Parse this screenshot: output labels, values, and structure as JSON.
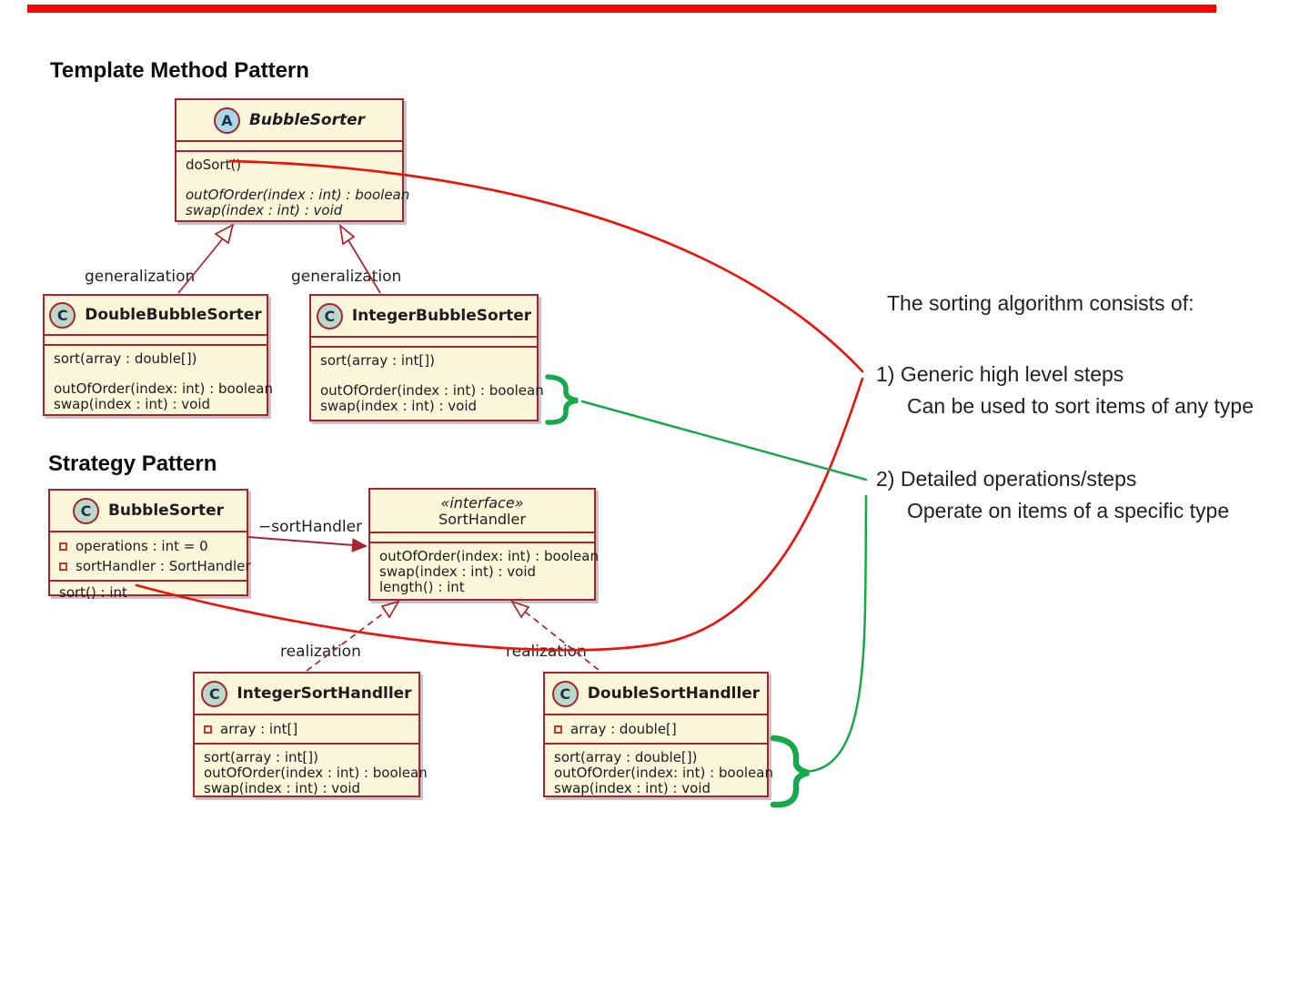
{
  "titles": {
    "template_method": "Template Method Pattern",
    "strategy": "Strategy Pattern"
  },
  "edge_labels": {
    "generalization_left": "generalization",
    "generalization_right": "generalization",
    "realization_left": "realization",
    "realization_right": "realization",
    "sort_handler_association": "−sortHandler"
  },
  "classes": {
    "tm_abstract": {
      "icon": "A",
      "name": "BubbleSorter",
      "m1": "doSort()",
      "m2": "outOfOrder(index : int) : boolean",
      "m3": "swap(index : int) : void"
    },
    "double_bubble": {
      "icon": "C",
      "name": "DoubleBubbleSorter",
      "m1": "sort(array : double[])",
      "m2": "outOfOrder(index: int) : boolean",
      "m3": "swap(index : int) : void"
    },
    "integer_bubble": {
      "icon": "C",
      "name": "IntegerBubbleSorter",
      "m1": "sort(array : int[])",
      "m2": "outOfOrder(index : int) : boolean",
      "m3": "swap(index : int) : void"
    },
    "strategy_bubble": {
      "icon": "C",
      "name": "BubbleSorter",
      "a1": "operations : int = 0",
      "a2": "sortHandler : SortHandler",
      "m1": "sort() : int"
    },
    "sort_handler": {
      "stereotype": "«interface»",
      "name": "SortHandler",
      "m1": "outOfOrder(index: int) : boolean",
      "m2": "swap(index : int) : void",
      "m3": "length() : int"
    },
    "integer_sort_handler": {
      "icon": "C",
      "name": "IntegerSortHandller",
      "a1": "array : int[]",
      "m1": "sort(array : int[])",
      "m2": "outOfOrder(index : int) : boolean",
      "m3": "swap(index : int) : void"
    },
    "double_sort_handler": {
      "icon": "C",
      "name": "DoubleSortHandller",
      "a1": "array : double[]",
      "m1": "sort(array : double[])",
      "m2": "outOfOrder(index: int) : boolean",
      "m3": "swap(index : int) : void"
    }
  },
  "annotation": {
    "intro": "The sorting algorithm consists of:",
    "point1": "1) Generic high level steps",
    "point1_detail": "Can be used to sort items of any type",
    "point2": "2) Detailed operations/steps",
    "point2_detail": "Operate on items of a specific type"
  },
  "colors": {
    "box_fill": "#fcf6db",
    "box_border": "#a82332",
    "red_annotation_line": "#e8150d",
    "green_annotation_line": "#17a84b",
    "top_bar": "#fe0000",
    "abstract_icon_fill": "#abd7ea",
    "class_icon_fill": "#bdd7c8"
  }
}
